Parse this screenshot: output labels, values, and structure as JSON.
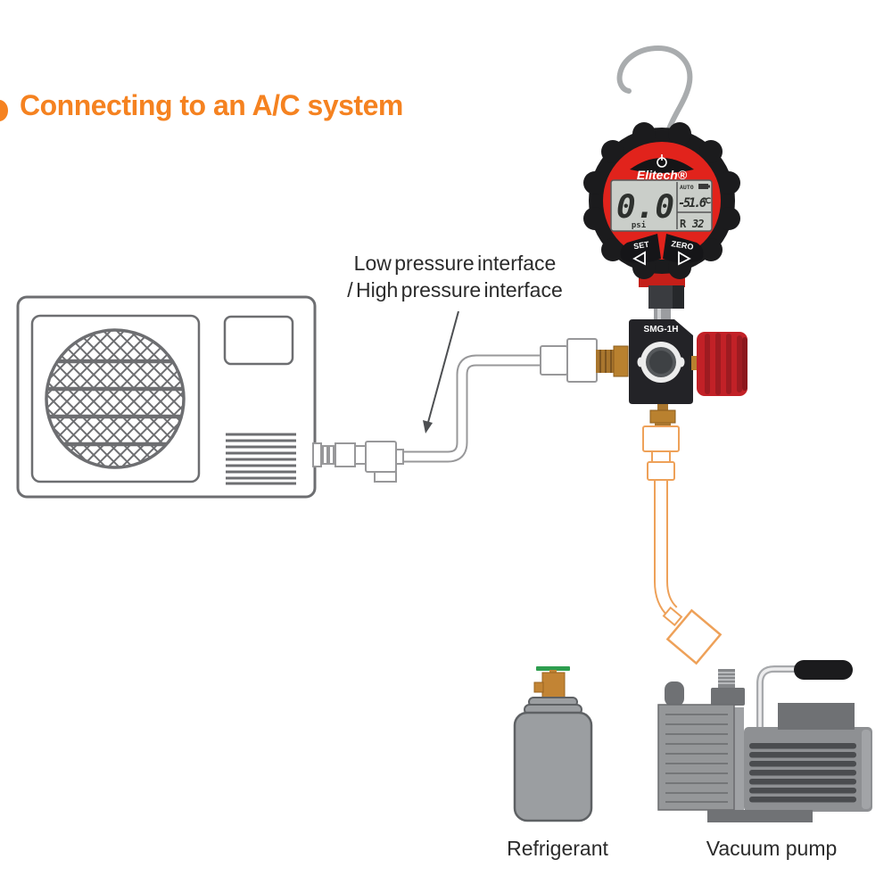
{
  "title": {
    "text": "Connecting to an A/C system"
  },
  "callout": {
    "line1": "Low pressure interface",
    "line2": "/ High pressure interface"
  },
  "gauge": {
    "brand": "Elitech®",
    "model": "SMG-1H",
    "lcd": {
      "main_value": "0.0",
      "unit": "psi",
      "mode": "AUTO",
      "temperature": "-51.6",
      "temperature_unit": "℃",
      "refrigerant_prefix": "R",
      "refrigerant_code": "32"
    },
    "buttons": {
      "set": "SET",
      "zero": "ZERO"
    }
  },
  "captions": {
    "refrigerant": "Refrigerant",
    "vacuum_pump": "Vacuum pump"
  },
  "icons": {
    "power": "power-icon",
    "battery": "battery-icon"
  },
  "colors": {
    "accent_orange": "#F58220",
    "gauge_red": "#E1231C",
    "knob_red": "#C22127",
    "brass": "#B9812F",
    "outline_gray": "#6D6E71",
    "hose_orange": "#EEA159",
    "pump_gray": "#919396",
    "text_dark": "#2B2B2B"
  }
}
